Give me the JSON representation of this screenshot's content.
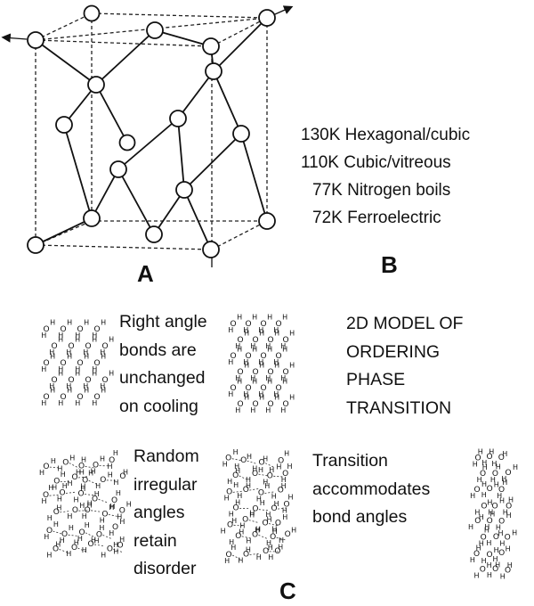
{
  "panel_a": {
    "label": "A"
  },
  "panel_b": {
    "label": "B",
    "temperatures": [
      {
        "temp": "130K",
        "desc": "Hexagonal/cubic",
        "indent": 0
      },
      {
        "temp": "110K",
        "desc": "Cubic/vitreous",
        "indent": 0
      },
      {
        "temp": "77K",
        "desc": "Nitrogen boils",
        "indent": 1
      },
      {
        "temp": "72K",
        "desc": "Ferroelectric",
        "indent": 1
      }
    ]
  },
  "panel_c": {
    "label": "C",
    "right_angle_text": [
      "Right angle",
      "bonds are",
      "unchanged",
      "on cooling"
    ],
    "model_title": [
      "2D MODEL OF",
      "ORDERING",
      "PHASE",
      "TRANSITION"
    ],
    "random_text": [
      "Random",
      "irregular",
      "angles",
      "retain",
      "disorder"
    ],
    "transition_text": [
      "Transition",
      "accommodates",
      "bond angles"
    ],
    "molecule_letters": {
      "oxygen": "O",
      "hydrogen": "H"
    }
  }
}
